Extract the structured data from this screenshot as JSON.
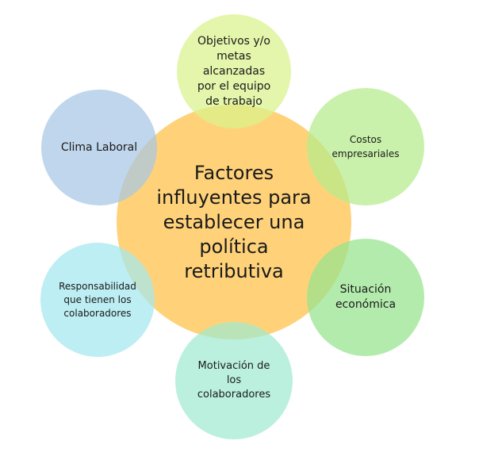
{
  "center": {
    "label": "Factores\ninfluyentes para\nestablecer una\npolítica\nretributiva",
    "color": "#FFD27A"
  },
  "nodes": [
    {
      "id": "objetivos",
      "label": "Objetivos y/o\nmetas\nalcanzadas\npor el equipo\nde trabajo",
      "color": "#D9F28A"
    },
    {
      "id": "costos",
      "label": "Costos\nempresariales",
      "color": "#B5EB8A"
    },
    {
      "id": "situacion",
      "label": "Situación\neconómica",
      "color": "#95E38D"
    },
    {
      "id": "motivacion",
      "label": "Motivación de\nlos\ncolaboradores",
      "color": "#9FEAD0"
    },
    {
      "id": "responsabilidad",
      "label": "Responsabilidad\nque tienen los\ncolaboradores",
      "color": "#A3E7EE"
    },
    {
      "id": "clima",
      "label": "Clima Laboral",
      "color": "#A8C6E5"
    }
  ]
}
